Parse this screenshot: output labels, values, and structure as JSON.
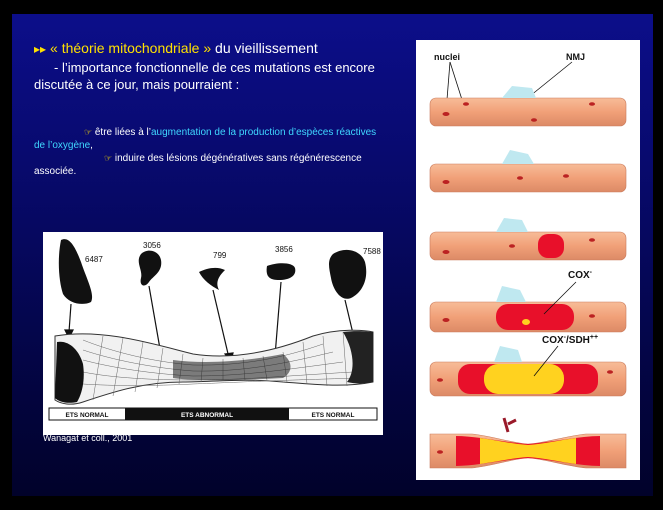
{
  "heading": {
    "arrow": "▸▸",
    "part1": "« théorie mitochondriale »",
    "part2": " du vieillissement"
  },
  "subtext": "- l’importance fonctionnelle de ces mutations est encore discutée à ce jour, mais pourraient :",
  "bullets": {
    "hand": "☞",
    "b1_prefix": "être liées à l’",
    "b1_highlight": "augmentation de la production d’espèces réactives de l’oxygène",
    "b1_suffix": ",",
    "b2": "induire des lésions dégénératives sans régénérescence associée."
  },
  "left_figure": {
    "labels": [
      "6487",
      "3056",
      "799",
      "3856",
      "7588"
    ],
    "bar": [
      "ETS NORMAL",
      "ETS ABNORMAL",
      "ETS NORMAL"
    ],
    "credit": "Wanagat et coll., 2001"
  },
  "right_figure": {
    "nuclei": "nuclei",
    "nmj": "NMJ",
    "cox": "COX",
    "cox_sup": "-",
    "coxsdh": "COX",
    "coxsdh_sup": "-",
    "coxsdh_mid": "/SDH",
    "coxsdh_sup2": "++"
  },
  "colors": {
    "fiber": "#f2a47a",
    "red": "#e8102a",
    "yellow": "#ffd21f",
    "accent_yellow": "#ffe100",
    "accent_cyan": "#3fd7ff"
  }
}
